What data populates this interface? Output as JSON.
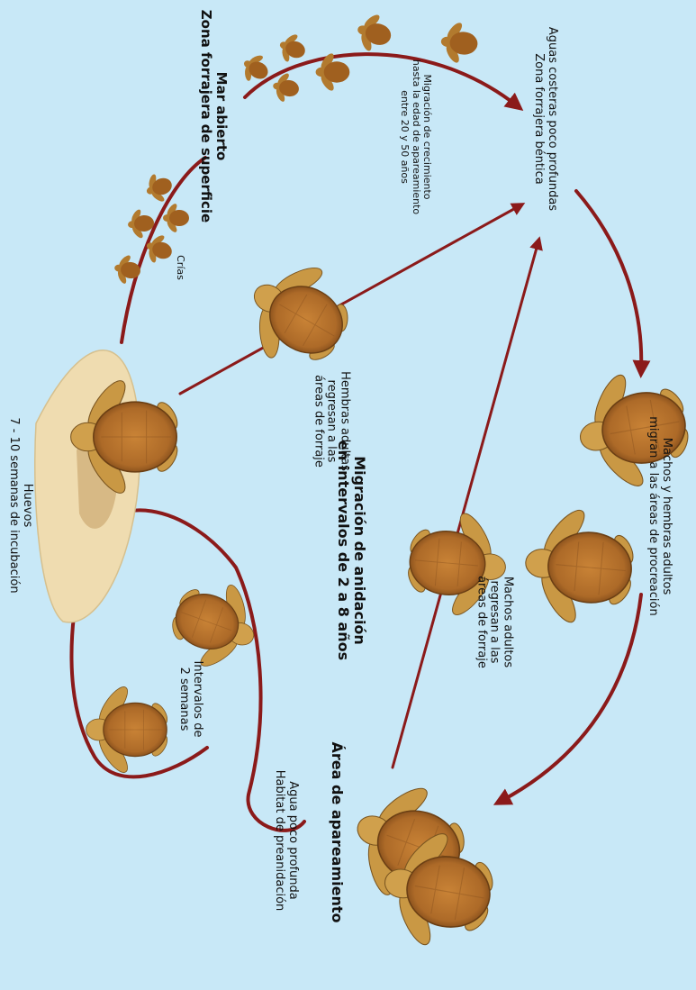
{
  "colors": {
    "background": "#c8e8f7",
    "arrow": "#8b1a1a",
    "turtle_shell": "#b8742e",
    "turtle_skin": "#c99844",
    "beach_sand": "#efdcb0"
  },
  "labels": {
    "coastal_waters": "Aguas costeras poco profundas\nZona forrajera béntica",
    "open_sea": "Mar abierto\nZona forrajera de superficie",
    "growth_migration": "Migración de crecimiento\nhasta la edad de apareamiento\nentre 20 y 50 años",
    "hatchlings": "Crías",
    "females_return": "Hembras adultas\nregresan a las\náreas de forraje",
    "eggs": "Huevos\n7 - 10 semanas de incubación",
    "nesting_migration": "Migración de anidación\nen intervalos de 2 a 8 años",
    "males_return": "Machos adultos\nregresan a las\náreas de forraje",
    "adults_migrate": "Machos y hembras adultos\nmigran a las áreas de procreación",
    "two_week_intervals": "Intervalos de\n2 semanas",
    "shallow_water": "Agua poco profunda\nHabitat de preanidación",
    "mating_area": "Área de apareamiento"
  },
  "icons": [
    "turtle-icon",
    "hatchling-icon",
    "nest-beach-icon",
    "arrow-icon"
  ]
}
